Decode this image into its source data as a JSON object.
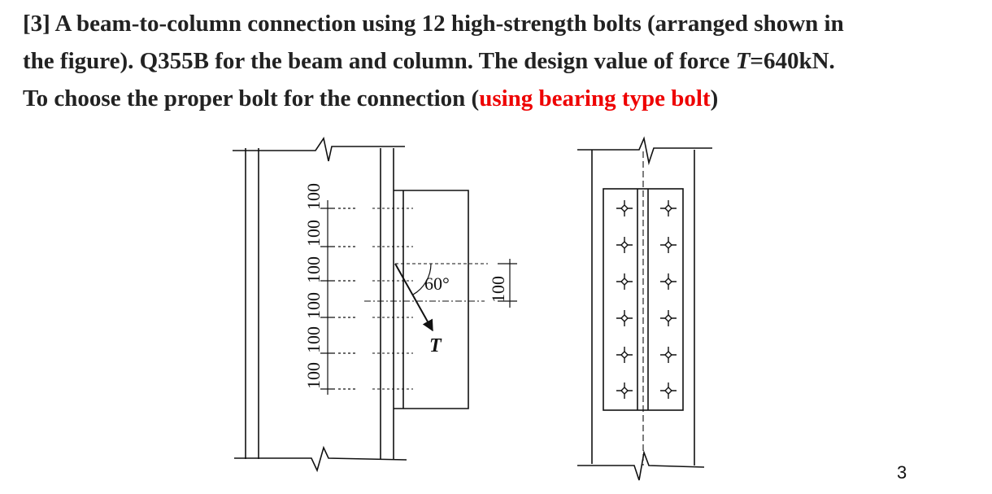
{
  "problem": {
    "line1": "[3] A beam-to-column connection using 12 high-strength bolts (arranged shown in",
    "line2_pre": "the figure). Q355B for the beam and column. The design value of force ",
    "line2_var": "T",
    "line2_post": "=640kN.",
    "line3_pre": "To choose the proper bolt for the connection (",
    "line3_highlight": "using bearing type bolt",
    "line3_post": ")",
    "highlight_color": "#ee0000"
  },
  "figure": {
    "vertical_dims": [
      "100",
      "100",
      "100",
      "100",
      "100",
      "100"
    ],
    "angle_label": "60°",
    "force_label": "T",
    "right_dim_label": "100",
    "bolt_symbol": "cross-diamond-icon"
  },
  "page": {
    "number": "3"
  }
}
